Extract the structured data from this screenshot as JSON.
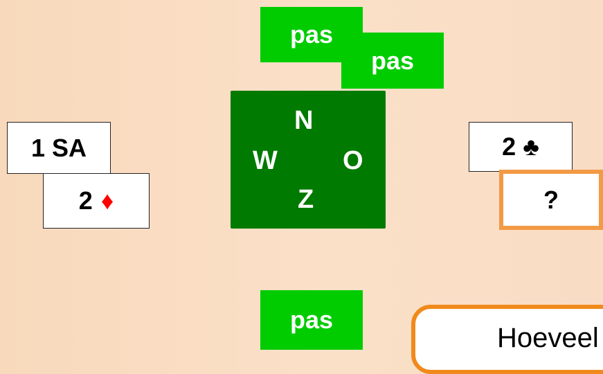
{
  "bids": {
    "north_1": "pas",
    "north_2": "pas",
    "south": "pas",
    "west_1": "1 SA",
    "west_2_level": "2",
    "west_2_suit": "♦",
    "east_1_level": "2",
    "east_1_suit": "♣",
    "east_question": "?"
  },
  "compass": {
    "n": "N",
    "w": "W",
    "o": "O",
    "z": "Z"
  },
  "info": {
    "text": "Hoeveel"
  },
  "colors": {
    "background": "#f8d9bc",
    "bid_green": "#00cc00",
    "table_green": "#007a00",
    "highlight_orange": "#f39a45",
    "diamond_red": "#ff0000"
  }
}
